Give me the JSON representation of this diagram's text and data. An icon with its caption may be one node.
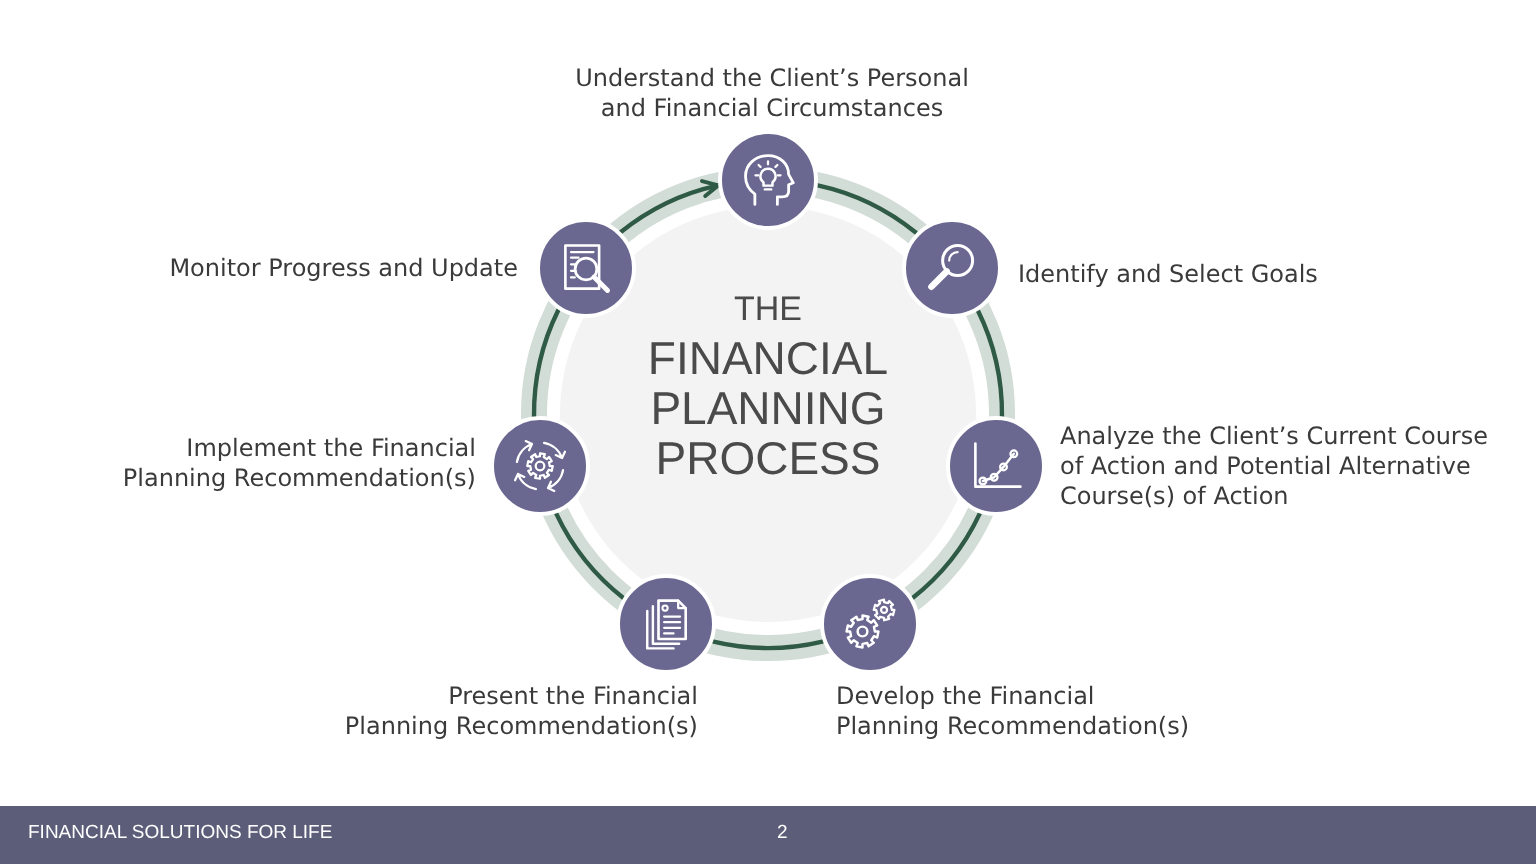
{
  "diagram": {
    "nodes": [
      {
        "text": [
          "THE",
          "FINANCIAL PLANNING PROCESS"
        ]
      },
      {
        "text": [
          "Understand the Client’s Personal and Financial Circumstances"
        ]
      },
      {
        "text": [
          "Identify and Select Goals"
        ]
      },
      {
        "text": [
          "Analyze the Client’s Current Course of Action and Potential Alternative Course(s) of Action"
        ]
      },
      {
        "text": [
          "Develop the Financial Planning Recommendation(s)"
        ]
      },
      {
        "text": [
          "Present the Financial Planning Recommendation(s)"
        ]
      },
      {
        "text": [
          "Implement the Financial Planning Recommendation(s)"
        ]
      },
      {
        "text": [
          "Monitor Progress and Update"
        ]
      }
    ],
    "edges": [
      {
        "from": 1,
        "to": 2,
        "arrow": "none"
      },
      {
        "from": 2,
        "to": 3,
        "arrow": "none"
      },
      {
        "from": 3,
        "to": 4,
        "arrow": "none"
      },
      {
        "from": 4,
        "to": 5,
        "arrow": "none"
      },
      {
        "from": 5,
        "to": 6,
        "arrow": "none"
      },
      {
        "from": 6,
        "to": 7,
        "arrow": "none"
      },
      {
        "from": 7,
        "to": 1,
        "arrow": "to"
      }
    ],
    "labels": [
      "FINANCIAL SOLUTIONS FOR LIFE",
      "2"
    ]
  }
}
